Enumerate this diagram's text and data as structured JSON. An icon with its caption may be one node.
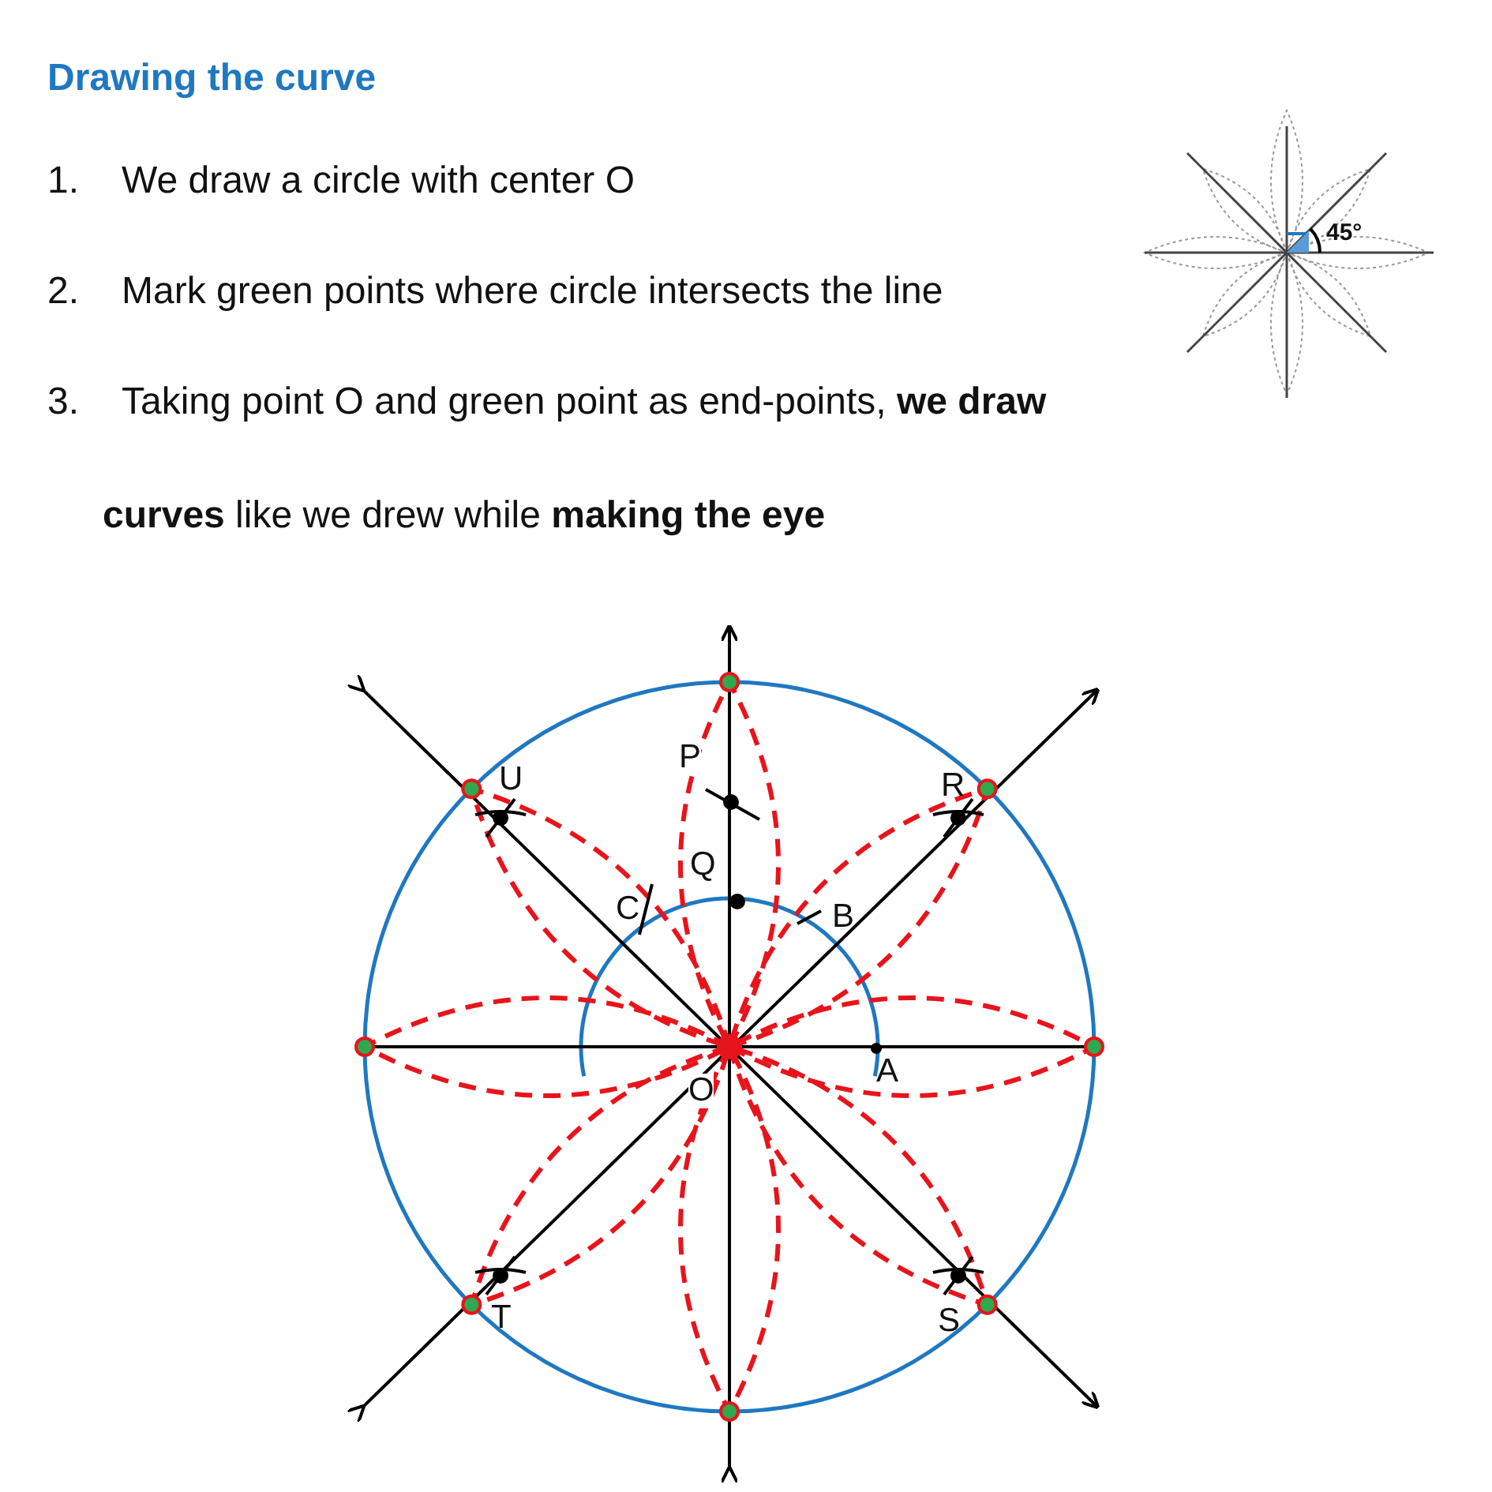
{
  "diagram": {
    "title": "Drawing the curve",
    "labels": [
      "1.",
      "We draw a circle with center O",
      "2.",
      "Mark green points where circle intersects the line",
      "3.",
      "Taking point O and green point as end-points, **we draw curves** like we drew while **making the eye**",
      "P",
      "U",
      "R",
      "Q",
      "C",
      "B",
      "O",
      "A",
      "T",
      "S",
      "45°"
    ]
  }
}
